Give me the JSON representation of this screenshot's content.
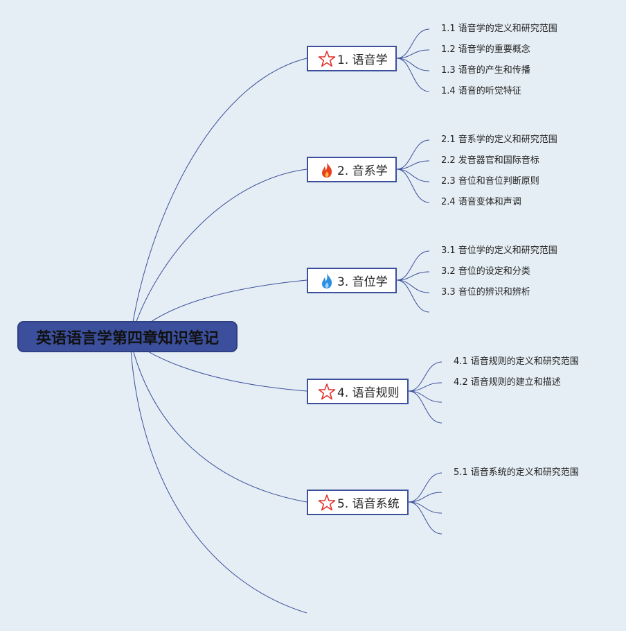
{
  "root": {
    "title": "英语语言学第四章知识笔记"
  },
  "branches": [
    {
      "label": "1. 语音学",
      "icon": "star-icon",
      "children": [
        "1.1 语音学的定义和研究范围",
        "1.2 语音学的重要概念",
        "1.3 语音的产生和传播",
        "1.4 语音的听觉特征"
      ]
    },
    {
      "label": "2. 音系学",
      "icon": "fire-icon",
      "children": [
        "2.1 音系学的定义和研究范围",
        "2.2 发音器官和国际音标",
        "2.3 音位和音位判断原则",
        "2.4 语音变体和声调"
      ]
    },
    {
      "label": "3. 音位学",
      "icon": "blue-flame-icon",
      "children": [
        "3.1 音位学的定义和研究范围",
        "3.2 音位的设定和分类",
        "3.3 音位的辨识和辨析"
      ]
    },
    {
      "label": "4. 语音规则",
      "icon": "star-icon",
      "children": [
        "4.1 语音规则的定义和研究范围",
        "4.2 语音规则的建立和描述"
      ]
    },
    {
      "label": "5. 语音系统",
      "icon": "star-icon",
      "children": [
        "5.1 语音系统的定义和研究范围"
      ]
    }
  ],
  "colors": {
    "background": "#e5eef4",
    "root_fill": "#3b4f9c",
    "line": "#3b4f9c",
    "star": "#e0302a",
    "fire": "#e8401c",
    "blue_flame": "#2b8fe0"
  }
}
